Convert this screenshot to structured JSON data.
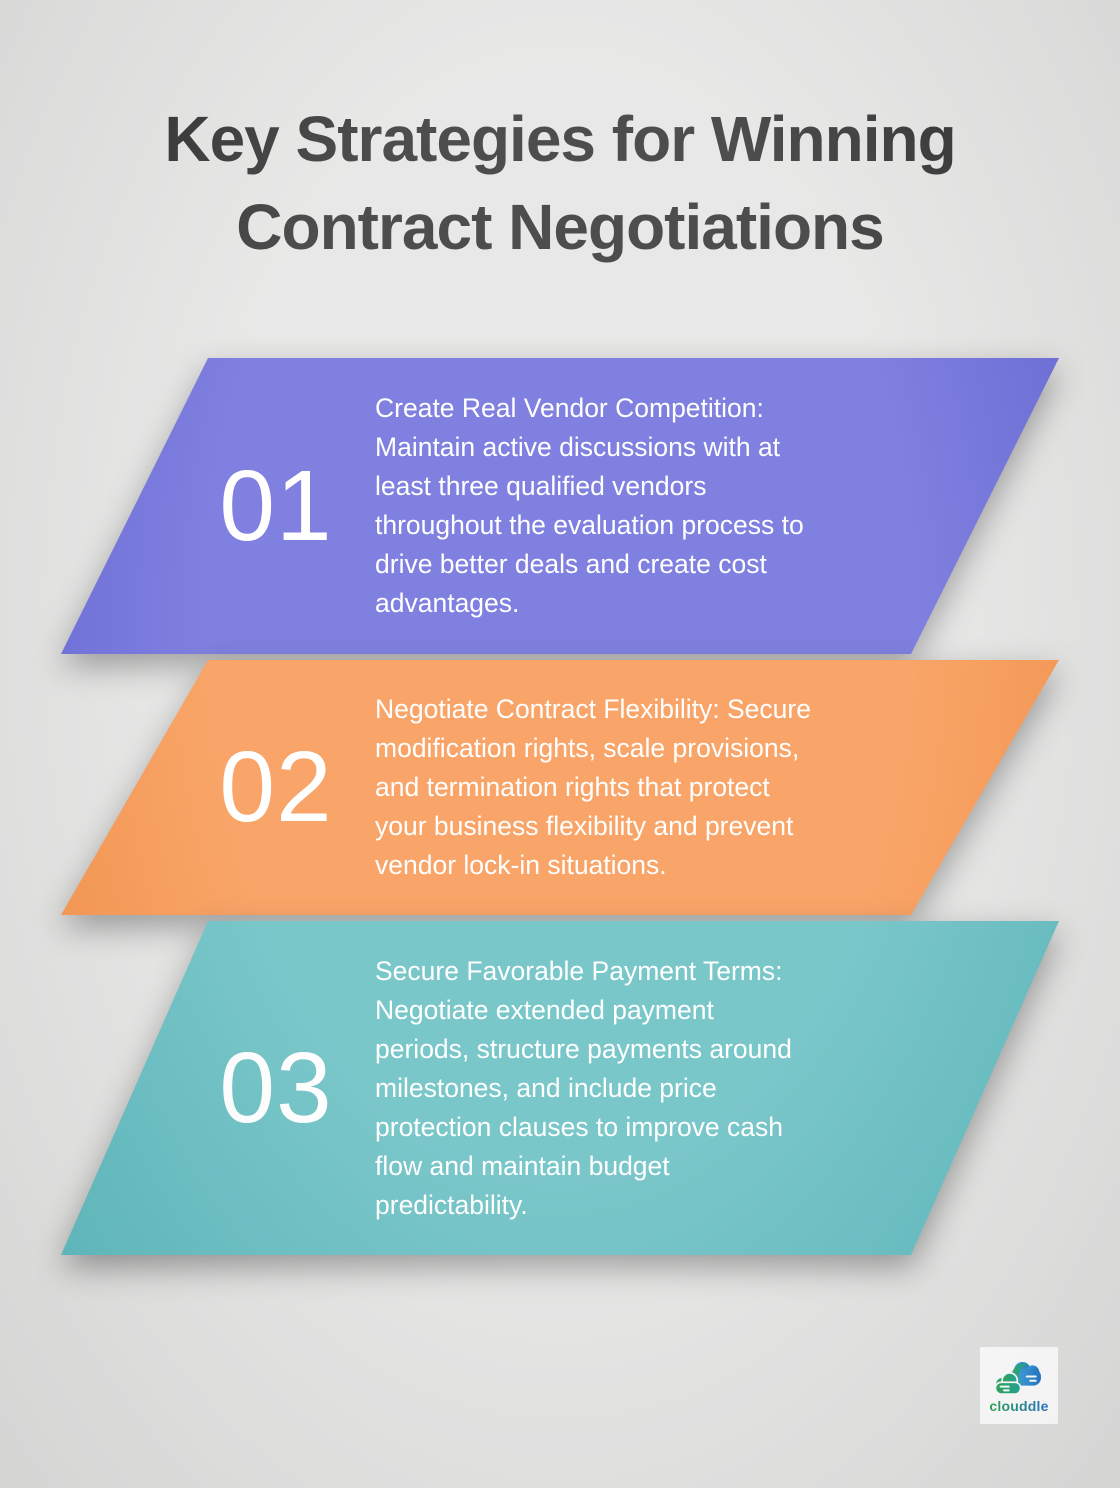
{
  "page": {
    "background": "#e2e2e1"
  },
  "title": {
    "text": "Key Strategies for Winning\nContract Negotiations",
    "color": "#1b1b1b"
  },
  "style": {
    "text_color": "#ffffff"
  },
  "steps": [
    {
      "number": "01",
      "color": "#5b5cd6",
      "text": "Create Real Vendor Competition:\nMaintain active discussions with at\nleast three qualified vendors\nthroughout the evaluation process to\ndrive better deals and create cost\nadvantages."
    },
    {
      "number": "02",
      "color": "#f78b3d",
      "text": "Negotiate Contract Flexibility: Secure\nmodification rights, scale provisions,\nand termination rights that protect\nyour business flexibility and prevent\nvendor lock-in situations."
    },
    {
      "number": "03",
      "color": "#55b7bb",
      "text": "Secure Favorable Payment Terms:\nNegotiate extended payment\nperiods, structure payments around\nmilestones, and include price\nprotection clauses to improve cash\nflow and maintain budget\npredictability."
    }
  ],
  "logo": {
    "word": "clouddle",
    "green_from": "#23a14e",
    "green_to": "#14a394",
    "blue_from": "#35a3dc",
    "blue_to": "#1b6fc4"
  }
}
